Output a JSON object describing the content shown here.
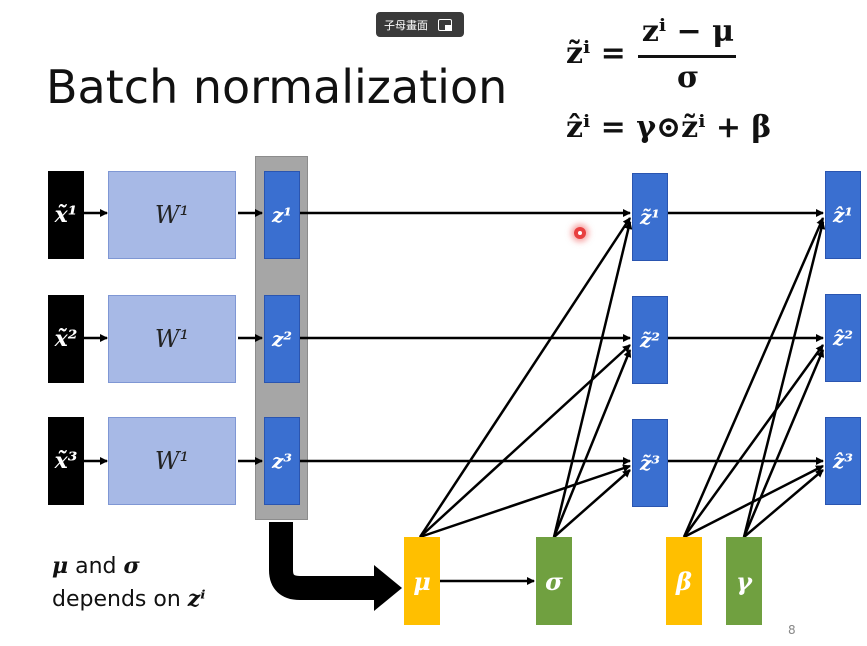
{
  "title": "Batch normalization",
  "pip_button": {
    "label": "子母畫面",
    "icon": "picture-in-picture-icon"
  },
  "formulas": {
    "normalize_lhs": "z̃ⁱ =",
    "normalize_numerator": "zⁱ − μ",
    "normalize_denominator": "σ",
    "scale_shift": "ẑⁱ = γ⊙z̃ⁱ + β"
  },
  "inputs": [
    "x̃¹",
    "x̃²",
    "x̃³"
  ],
  "weights": [
    "W¹",
    "W¹",
    "W¹"
  ],
  "z": [
    "z¹",
    "z²",
    "z³"
  ],
  "z_tilde": [
    "z̃¹",
    "z̃²",
    "z̃³"
  ],
  "z_hat": [
    "ẑ¹",
    "ẑ²",
    "ẑ³"
  ],
  "stats": {
    "mu": "μ",
    "sigma": "σ",
    "beta": "β",
    "gamma": "γ"
  },
  "note": {
    "line1_sym1": "μ",
    "line1_and": " and ",
    "line1_sym2": "σ",
    "line2_text": "depends on ",
    "line2_sym": "zⁱ"
  },
  "page_number": "8",
  "colors": {
    "input_black": "#000000",
    "weight_blue": "#a7b9e6",
    "z_blue": "#3a6fd0",
    "gray_bar": "#a6a6a6",
    "mu_beta_yellow": "#ffbf00",
    "sigma_gamma_green": "#70a040",
    "laser_red": "#e84040"
  }
}
